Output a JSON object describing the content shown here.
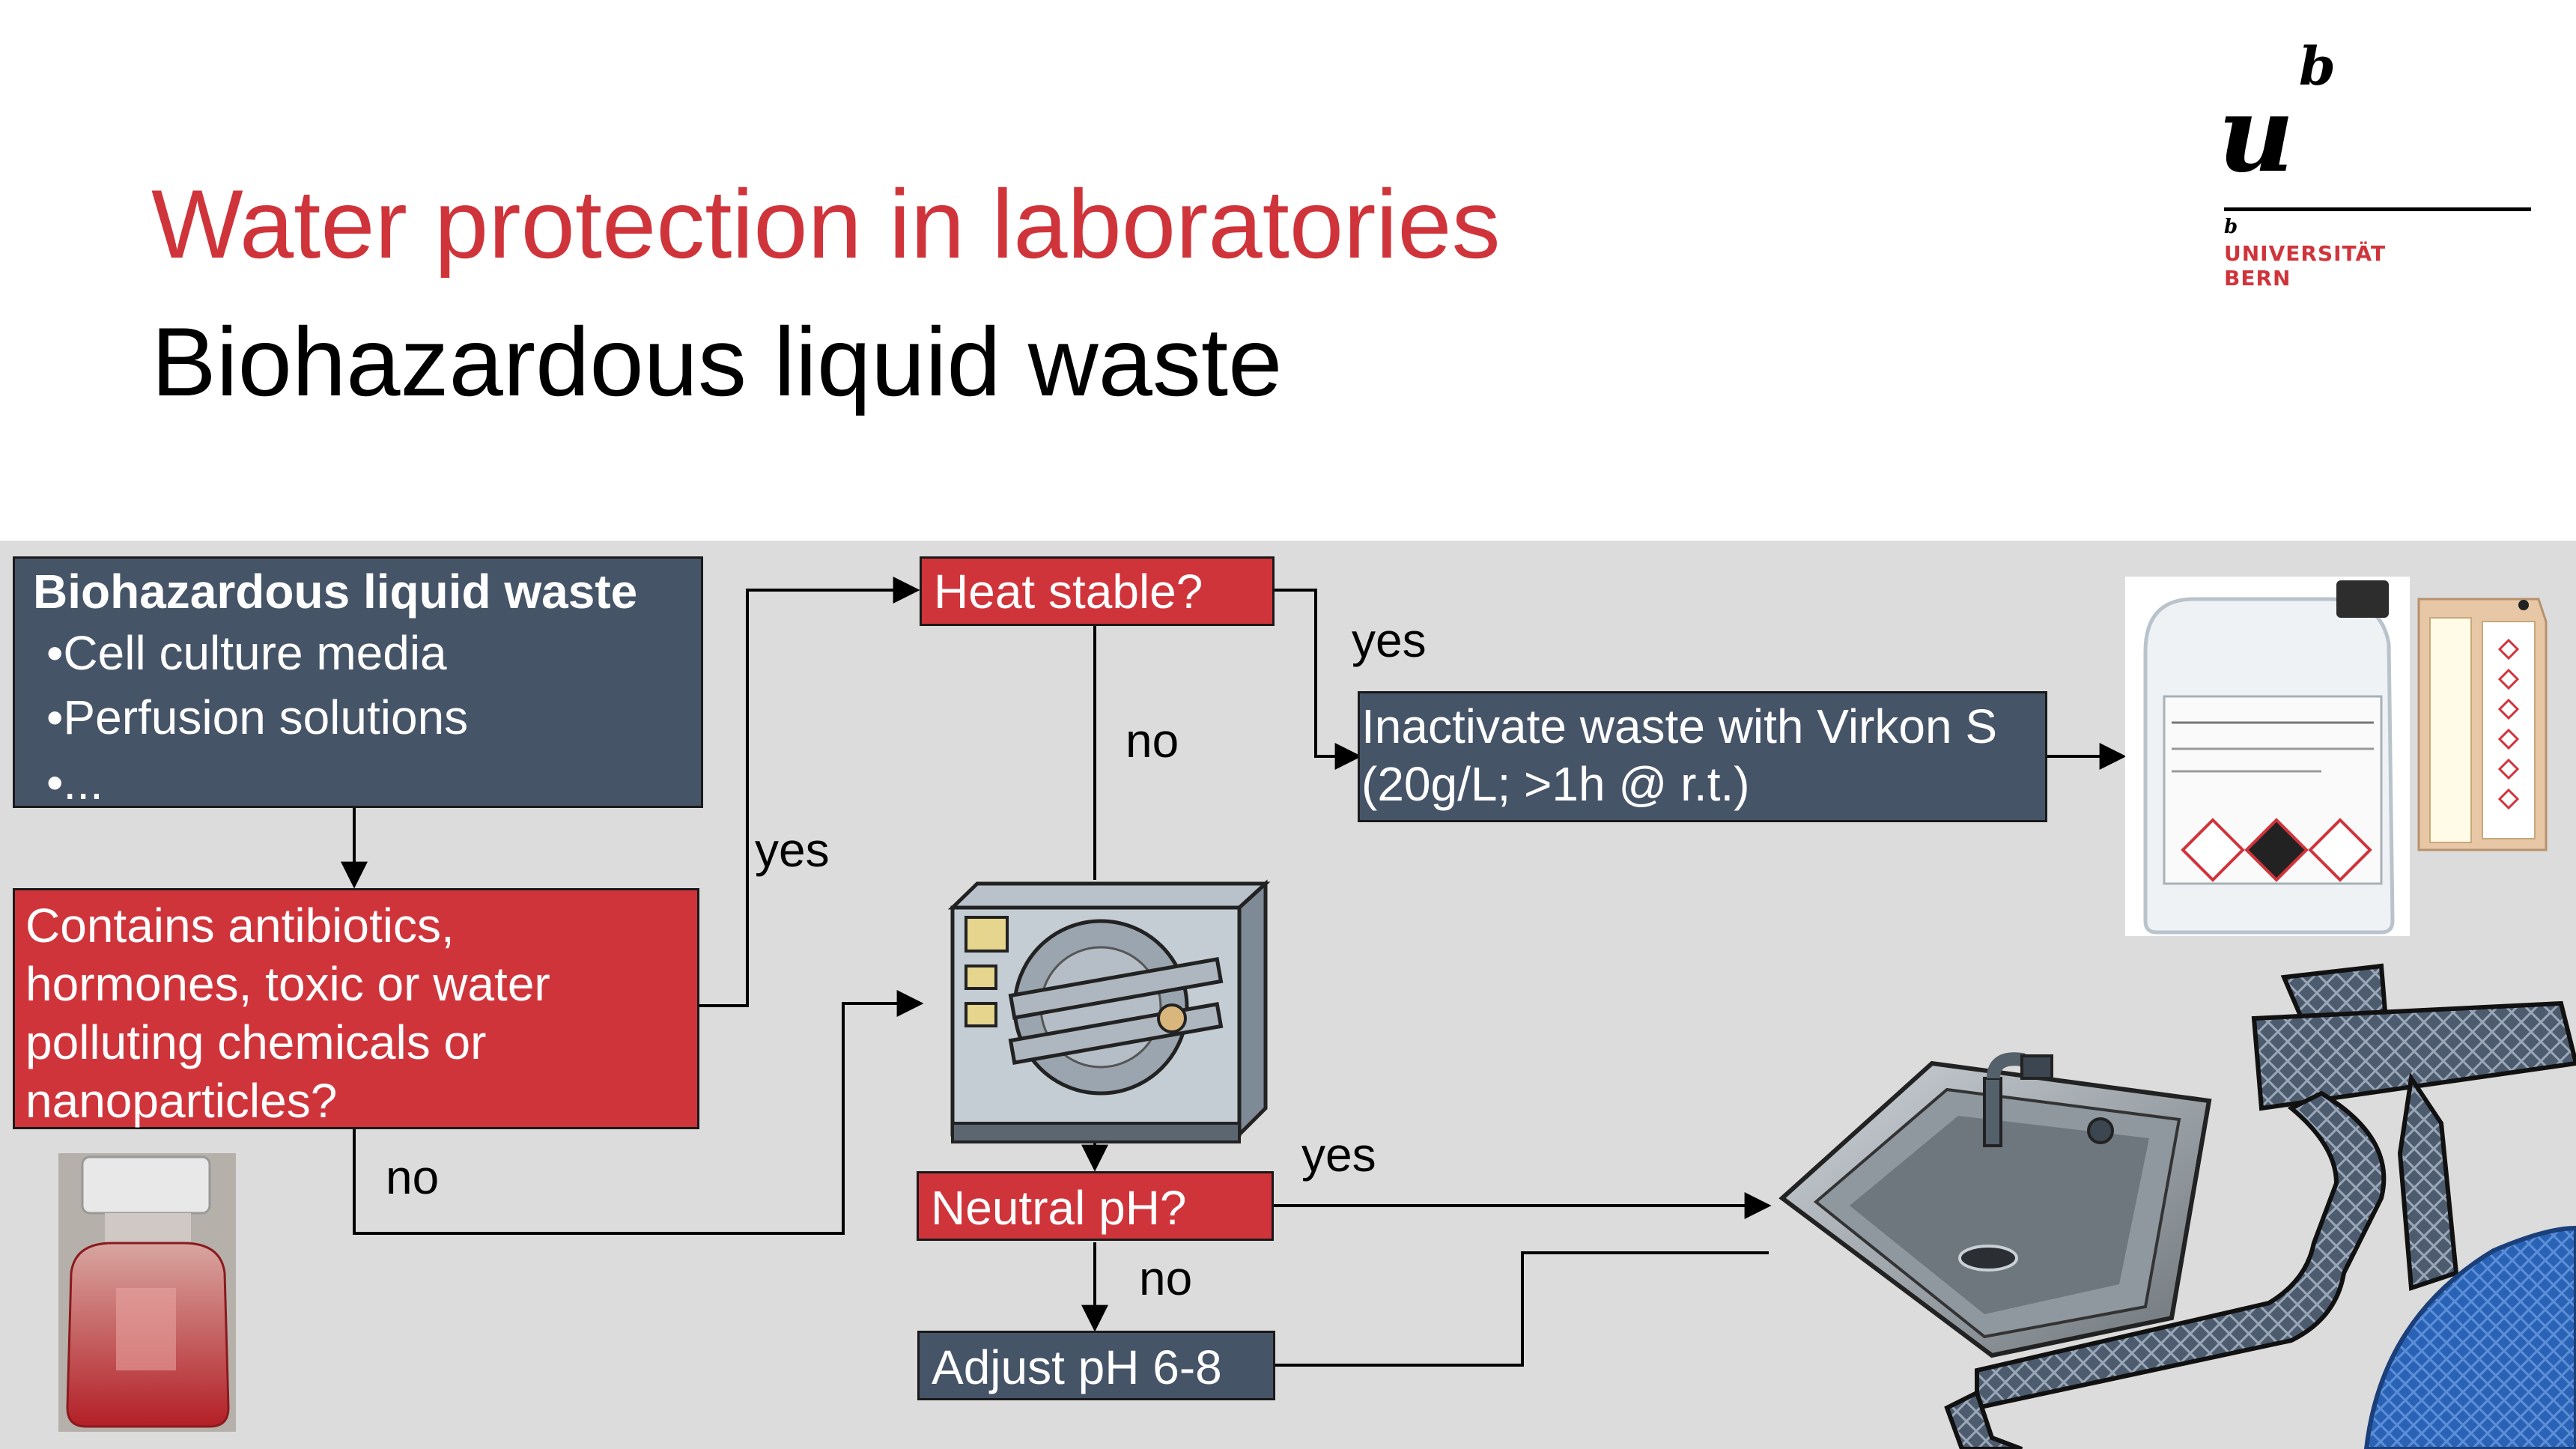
{
  "header": {
    "title": "Water protection in laboratories",
    "subtitle": "Biohazardous liquid waste"
  },
  "logo": {
    "mark": "u",
    "mark_sup": "b",
    "small_b": "b",
    "line1": "UNIVERSITÄT",
    "line2": "BERN"
  },
  "flowchart": {
    "start": {
      "heading": "Biohazardous liquid waste",
      "items": [
        "•Cell culture media",
        "•Perfusion solutions",
        "•..."
      ]
    },
    "question_chemicals": "Contains antibiotics, hormones, toxic or water polluting chemicals or nanoparticles?",
    "question_heat": "Heat stable?",
    "question_ph": "Neutral pH?",
    "action_inactivate_line1": "Inactivate waste with Virkon S",
    "action_inactivate_line2": "(20g/L; >1h @ r.t.)",
    "action_adjust": "Adjust pH 6-8",
    "labels": {
      "yes_chemicals": "yes",
      "no_chemicals": "no",
      "yes_heat": "yes",
      "no_heat": "no",
      "yes_ph": "yes",
      "no_ph": "no"
    }
  },
  "colors": {
    "accent_red": "#d0343b",
    "box_dark": "#465468",
    "panel_bg": "#dcdcdc"
  },
  "illustrations": [
    "autoclave-icon",
    "canister-image",
    "hazard-tag-image",
    "flask-image",
    "sink-icon",
    "drain-pipe-illustration"
  ]
}
